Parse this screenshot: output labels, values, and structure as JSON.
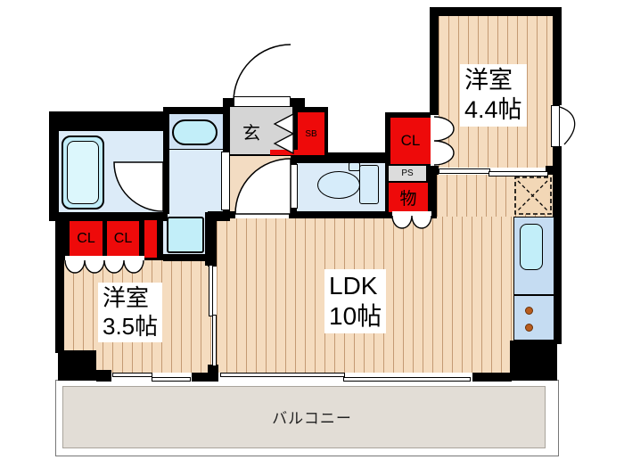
{
  "plan": {
    "rooms": {
      "western_4_4": {
        "name": "洋室",
        "size": "4.4帖"
      },
      "western_3_5": {
        "name": "洋室",
        "size": "3.5帖"
      },
      "ldk": {
        "name": "LDK",
        "size": "10帖"
      },
      "balcony": {
        "label": "バルコニー"
      },
      "entrance": {
        "label": "玄"
      }
    },
    "storage": {
      "shoe_box": "SB",
      "closet_main": "CL",
      "pipe_space": "PS",
      "storage_compartment": "物",
      "closet_left_a": "CL",
      "closet_left_b": "CL"
    },
    "colors": {
      "wall": "#000000",
      "accent_red": "#ee0a0a",
      "wood_floor": "#f5dcbf",
      "water_room_blue": "#dcebf8",
      "fixture_cyan": "#c2eef9",
      "entrance_gray": "#d5d5d5",
      "balcony_gray": "#e2ddd6",
      "kitchen_counter_blue": "#c5dcf2",
      "burner_orange": "#b85c1e"
    }
  }
}
